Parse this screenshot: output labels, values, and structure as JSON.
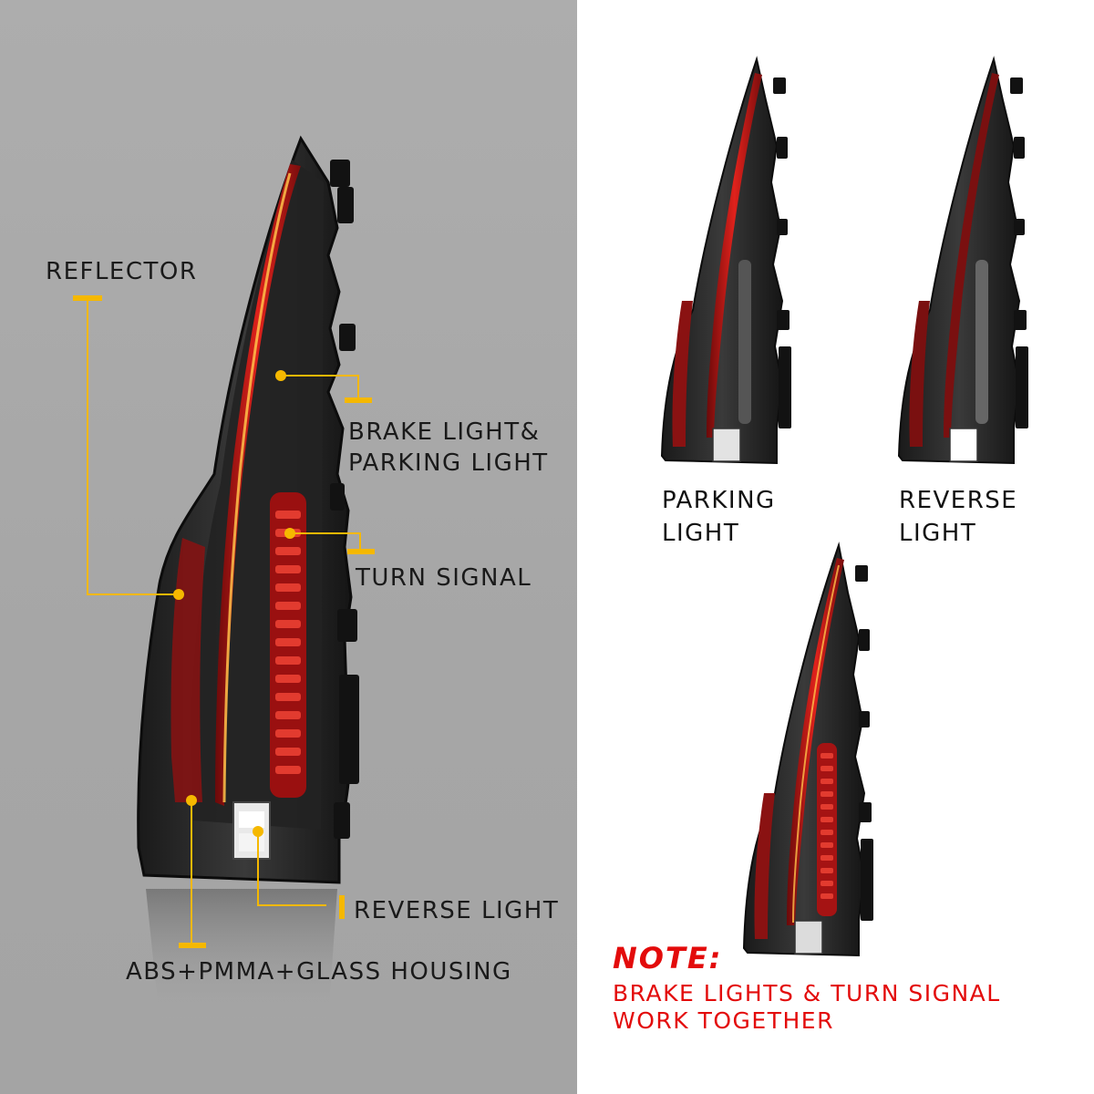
{
  "callouts": {
    "reflector": "REFLECTOR",
    "brake_line1": "BRAKE LIGHT&",
    "brake_line2": "PARKING LIGHT",
    "turn_signal": "TURN SIGNAL",
    "reverse_light": "REVERSE LIGHT",
    "housing": "ABS+PMMA+GLASS HOUSING"
  },
  "variants": {
    "parking_line1": "PARKING",
    "parking_line2": "LIGHT",
    "reverse_line1": "REVERSE",
    "reverse_line2": "LIGHT"
  },
  "note": {
    "title": "NOTE:",
    "line1": "BRAKE LIGHTS & TURN SIGNAL",
    "line2": "WORK TOGETHER"
  },
  "colors": {
    "accent_yellow": "#f5b800",
    "note_red": "#e30b0b",
    "left_bg": "#a8a8a8"
  }
}
